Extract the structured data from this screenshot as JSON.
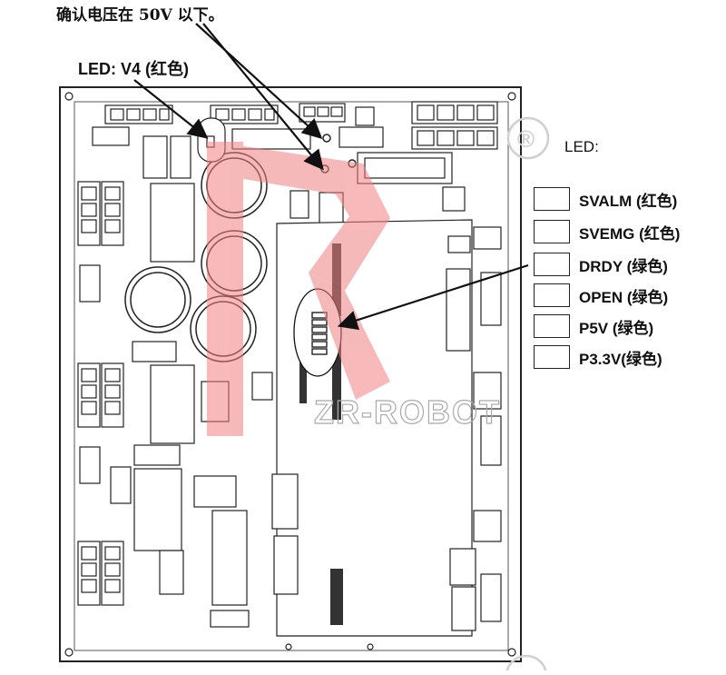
{
  "annotations": {
    "voltage_note": "确认电压在 50V 以下。",
    "led_v4": "LED: V4 (红色)",
    "led_heading": "LED:"
  },
  "watermark": {
    "text": "ZR-ROBOT",
    "registered_mark": "®",
    "color": "#f08080"
  },
  "legend": [
    {
      "label": "SVALM (红色)"
    },
    {
      "label": "SVEMG (红色)"
    },
    {
      "label": "DRDY (绿色)"
    },
    {
      "label": "OPEN (绿色)"
    },
    {
      "label": "P5V (绿色)"
    },
    {
      "label": "P3.3V(绿色)"
    }
  ]
}
